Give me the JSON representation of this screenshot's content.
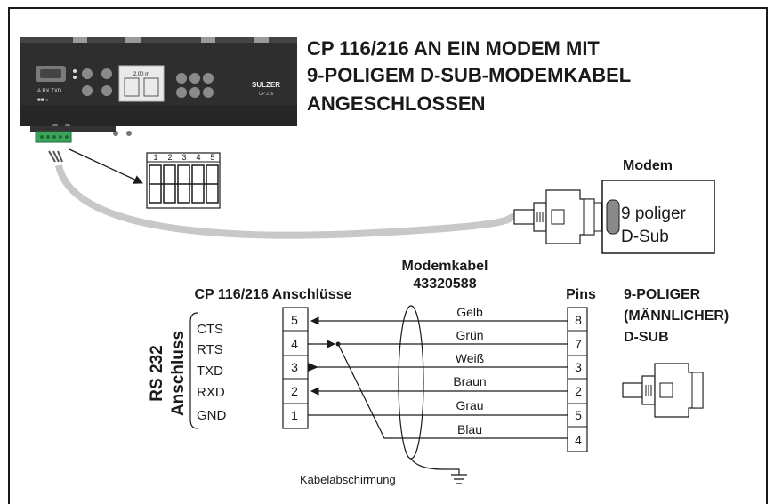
{
  "title": {
    "line1": "CP 116/216 AN EIN MODEM MIT",
    "line2": "9-POLIGEM D-SUB-MODEMKABEL",
    "line3": "ANGESCHLOSSEN"
  },
  "controller": {
    "brand": "SULZER",
    "model": "CP 216",
    "display": "2.00 m"
  },
  "terminal_block": {
    "numbers": [
      "1",
      "2",
      "3",
      "4",
      "5"
    ]
  },
  "modem": {
    "heading": "Modem",
    "connector_line1": "9 poliger",
    "connector_line2": "D-Sub"
  },
  "cable": {
    "heading": "Modemkabel",
    "part_number": "43320588",
    "shield_label": "Kabelabschirmung"
  },
  "left_header": "CP 116/216 Anschlüsse",
  "vertical_label": {
    "line1": "RS 232",
    "line2": "Anschluss"
  },
  "signals": [
    "CTS",
    "RTS",
    "TXD",
    "RXD",
    "GND"
  ],
  "left_pins": [
    "5",
    "4",
    "3",
    "2",
    "1"
  ],
  "pins_header": "Pins",
  "right_pins": [
    "8",
    "7",
    "3",
    "2",
    "5",
    "4"
  ],
  "wire_colors": [
    "Gelb",
    "Grün",
    "Weiß",
    "Braun",
    "Grau",
    "Blau"
  ],
  "dsub_label": {
    "line1": "9-POLIGER",
    "line2": "(MÄNNLICHER)",
    "line3": "D-SUB"
  },
  "colors": {
    "device_body": "#2e2e2e",
    "terminal_green": "#3aa55a",
    "cable_gray": "#c8c8c8",
    "line": "#1a1a1a"
  }
}
